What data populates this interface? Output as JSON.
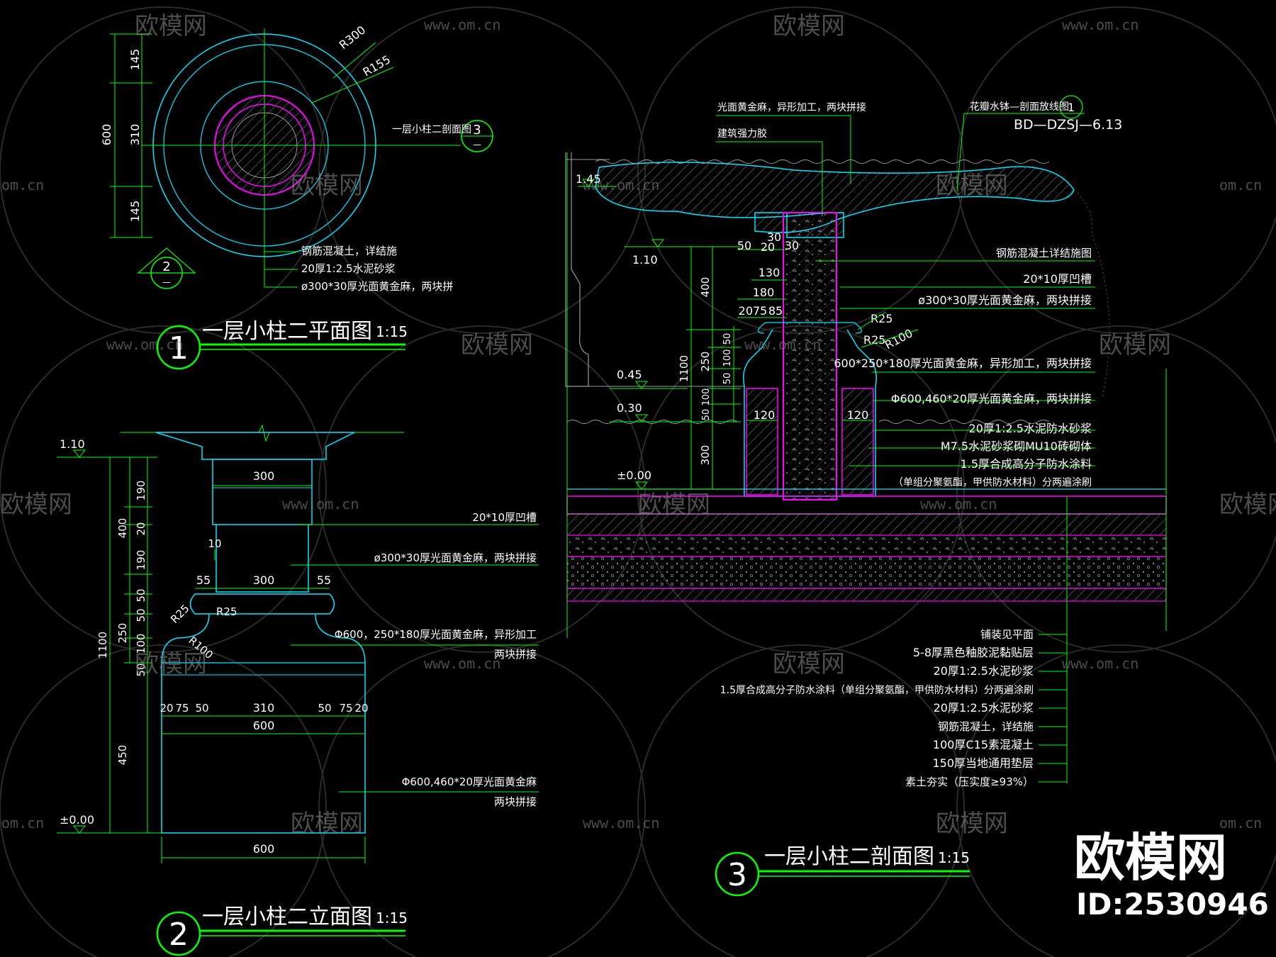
{
  "watermark": {
    "brand": "欧模网",
    "url": "www.om.cn",
    "url_short": "om.cn"
  },
  "corner": {
    "brand": "欧模网",
    "id": "ID:2530946"
  },
  "plan": {
    "title": "一层小柱二平面图",
    "scale": "1:15",
    "number": "1",
    "dims": {
      "d145a": "145",
      "d310": "310",
      "d145b": "145",
      "d600": "600"
    },
    "radii": {
      "r300": "R300",
      "r155": "R155"
    },
    "section_ref": {
      "label": "一层小柱二剖面图",
      "num": "3",
      "sub": "—"
    },
    "elev_ref": {
      "num": "2",
      "sub": "—"
    },
    "notes": [
      "钢筋混凝土，详结施",
      "20厚1:2.5水泥砂浆",
      "ø300*30厚光面黄金麻，两块拼"
    ]
  },
  "elevation": {
    "title": "一层小柱二立面图",
    "scale": "1:15",
    "number": "2",
    "levels": {
      "top": "1.10",
      "zero": "±0.00"
    },
    "dims_v": {
      "h190a": "190",
      "h20": "20",
      "h190b": "190",
      "h50a": "50",
      "h50b": "50",
      "h100": "100",
      "h50c": "50",
      "h450": "450",
      "h400": "400",
      "h250": "250",
      "h1100": "1100"
    },
    "dims_h": {
      "w300a": "300",
      "w10": "10",
      "w55a": "55",
      "w300b": "300",
      "w55b": "55",
      "w20a": "20",
      "w75a": "75",
      "w50a": "50",
      "w310": "310",
      "w50b": "50",
      "w75b": "75",
      "w20b": "20",
      "w600a": "600",
      "w600b": "600"
    },
    "radii": {
      "r25a": "R25",
      "r25b": "R25",
      "r100": "R100"
    },
    "notes": [
      "20*10厚凹槽",
      "ø300*30厚光面黄金麻，两块拼接",
      "Φ600，250*180厚光面黄金麻，异形加工",
      "两块拼接",
      "Φ600,460*20厚光面黄金麻",
      "两块拼接"
    ]
  },
  "section": {
    "title": "一层小柱二剖面图",
    "scale": "1:15",
    "number": "3",
    "ref_label": "花瓣水钵—剖面放线图",
    "ref_num": "1",
    "ref_code": "BD—DZSJ—6.13",
    "top_notes": [
      "光面黄金麻，异形加工，两块拼接",
      "建筑强力胶"
    ],
    "levels": {
      "l145": "1.45",
      "l110": "1.10",
      "l045": "0.45",
      "l030": "0.30",
      "l000": "±0.00"
    },
    "dims": {
      "d50": "50",
      "d20": "20",
      "d30a": "30",
      "d30b": "30",
      "d130": "130",
      "d180": "180",
      "d2075": "2075",
      "d85": "85",
      "d400": "400",
      "d250": "250",
      "d50a": "50",
      "d100a": "100",
      "d50b": "50",
      "d1100": "1100",
      "d50c": "50",
      "d100b": "100",
      "d300": "300",
      "d120a": "120",
      "d120b": "120"
    },
    "radii": {
      "r25a": "R25",
      "r25b": "R25",
      "r100": "R100"
    },
    "right_notes": [
      "钢筋混凝土详结施图",
      "20*10厚凹槽",
      "ø300*30厚光面黄金麻，两块拼接",
      "600*250*180厚光面黄金麻，异形加工，两块拼接",
      "Φ600,460*20厚光面黄金麻，两块拼接",
      "20厚1:2.5水泥防水砂浆",
      "M7.5水泥砂浆砌MU10砖砌体",
      "1.5厚合成高分子防水涂料",
      "（单组分聚氨酯，甲供防水材料）分两遍涂刷"
    ],
    "bottom_notes": [
      "铺装见平面",
      "5-8厚黑色釉胶泥黏贴层",
      "20厚1:2.5水泥砂浆",
      "1.5厚合成高分子防水涂料（单组分聚氨酯，甲供防水材料）分两遍涂刷",
      "20厚1:2.5水泥砂浆",
      "钢筋混凝土，详结施",
      "100厚C15素混凝土",
      "150厚当地通用垫层",
      "素土夯实（压实度≥93%）"
    ]
  },
  "colors": {
    "line_green": "#00ff00",
    "line_cyan": "#00e5ff",
    "line_magenta": "#ff00ff",
    "line_white": "#ffffff",
    "line_gray": "#9a9a9a"
  }
}
